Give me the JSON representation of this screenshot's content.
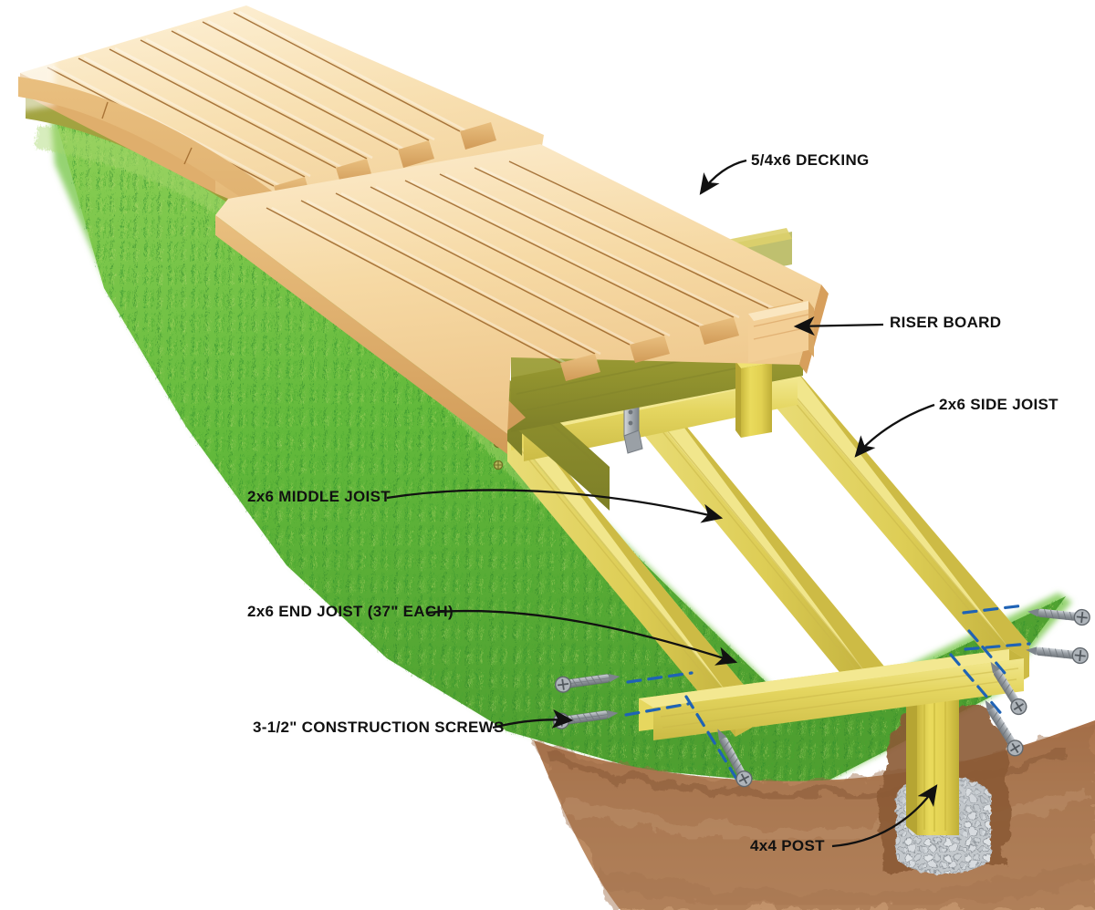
{
  "illustration": {
    "title": "Boardwalk / Garden Path Deck Framing Cutaway",
    "subject": "Curved wooden boardwalk with exposed joist frame over grass and a soil cross-section showing a buried post footing",
    "view": "isometric cutaway technical illustration",
    "background": "#ffffff"
  },
  "labels": [
    {
      "id": "decking",
      "text": "5/4x6 DECKING",
      "points_to": "top deck board edge"
    },
    {
      "id": "riser",
      "text": "RISER BOARD",
      "points_to": "vertical step face board"
    },
    {
      "id": "side",
      "text": "2x6 SIDE JOIST",
      "points_to": "right long frame joist"
    },
    {
      "id": "middle",
      "text": "2x6 MIDDLE JOIST",
      "points_to": "center frame joist"
    },
    {
      "id": "end",
      "text": "2x6 END JOIST (37\" EACH)",
      "points_to": "cross frame joist at lower end"
    },
    {
      "id": "screws",
      "text": "3-1/2\" CONSTRUCTION SCREWS",
      "points_to": "loose screws beside frame"
    },
    {
      "id": "post",
      "text": "4x4 POST",
      "points_to": "buried post in gravel footing"
    }
  ],
  "components": [
    {
      "name": "decking-boards",
      "material": "5/4x6 decking",
      "color": "#f7dca6",
      "count_visible": 22
    },
    {
      "name": "riser-board",
      "material": "2x6 riser",
      "color": "#f0c98e"
    },
    {
      "name": "side-joist",
      "material": "2x6",
      "color": "#e3d35c"
    },
    {
      "name": "middle-joist",
      "material": "2x6",
      "color": "#e3d35c"
    },
    {
      "name": "end-joist",
      "material": "2x6",
      "length": "37\"",
      "color": "#e3d35c"
    },
    {
      "name": "upper-side-joist",
      "material": "2x6 treated",
      "color": "#9a9b3c"
    },
    {
      "name": "post",
      "material": "4x4",
      "color": "#e8d64f"
    },
    {
      "name": "joist-hanger",
      "material": "galvanized steel",
      "color": "#b9bcc0",
      "count_visible": 2
    },
    {
      "name": "construction-screw",
      "material": "steel screw",
      "color": "#8d9197",
      "count_visible": 6
    },
    {
      "name": "gravel-footing",
      "material": "gravel",
      "color": "#b9bec4"
    },
    {
      "name": "soil",
      "material": "earth",
      "color": "#a9apply"
    },
    {
      "name": "grass",
      "material": "turf",
      "color": "#6fbe3e"
    }
  ],
  "palette": {
    "deck_light": "#fbeccd",
    "deck_mid": "#f6d9a3",
    "deck_dark": "#e0ab62",
    "deck_edge_line": "#8a5a22",
    "joist_light": "#efe485",
    "joist_mid": "#e1d25a",
    "joist_dark": "#c3b23f",
    "treated_green": "#9a9b3c",
    "treated_green_dark": "#83852f",
    "grass_green": "#62b93b",
    "grass_dark": "#2f8f2f",
    "grass_light": "#a9d96a",
    "soil_brown": "#b07a52",
    "soil_dark": "#8a5a38",
    "gravel_gray": "#c2c6ca",
    "metal_gray": "#9aa0a6",
    "dash_blue": "#1f63b5",
    "ink": "#111111"
  }
}
